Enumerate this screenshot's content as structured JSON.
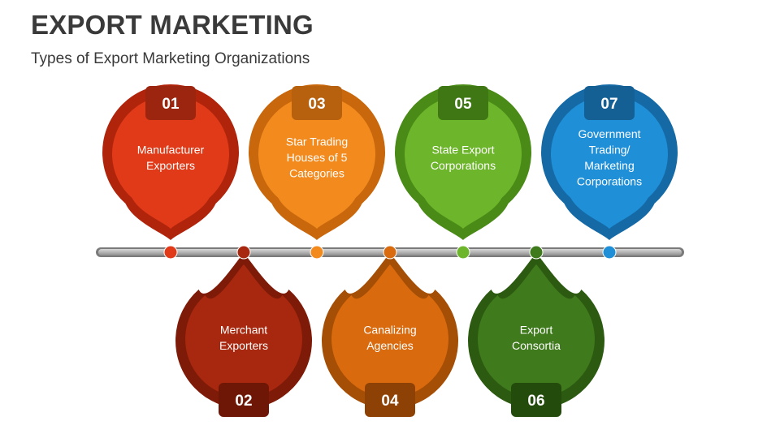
{
  "title": "EXPORT MARKETING",
  "subtitle": "Types of Export Marketing Organizations",
  "items": [
    {
      "number": "01",
      "label": [
        "Manufacturer",
        "Exporters"
      ],
      "color": "#e03a18",
      "dark": "#b0240c",
      "tab": "#9c250f"
    },
    {
      "number": "02",
      "label": [
        "Merchant",
        "Exporters"
      ],
      "color": "#a8280f",
      "dark": "#7e1a08",
      "tab": "#6e1706"
    },
    {
      "number": "03",
      "label": [
        "Star Trading",
        "Houses of 5",
        "Categories"
      ],
      "color": "#f28a1e",
      "dark": "#c8670c",
      "tab": "#b7600e"
    },
    {
      "number": "04",
      "label": [
        "Canalizing",
        "Agencies"
      ],
      "color": "#d96a0e",
      "dark": "#a54e05",
      "tab": "#8e4104"
    },
    {
      "number": "05",
      "label": [
        "State Export",
        "Corporations"
      ],
      "color": "#6db52b",
      "dark": "#4a8a17",
      "tab": "#3f7714"
    },
    {
      "number": "06",
      "label": [
        "Export",
        "Consortia"
      ],
      "color": "#3f7a1d",
      "dark": "#2b5a10",
      "tab": "#234c0c"
    },
    {
      "number": "07",
      "label": [
        "Government",
        "Trading/",
        "Marketing",
        "Corporations"
      ],
      "color": "#1f8fd8",
      "dark": "#156aa6",
      "tab": "#145f93"
    }
  ]
}
